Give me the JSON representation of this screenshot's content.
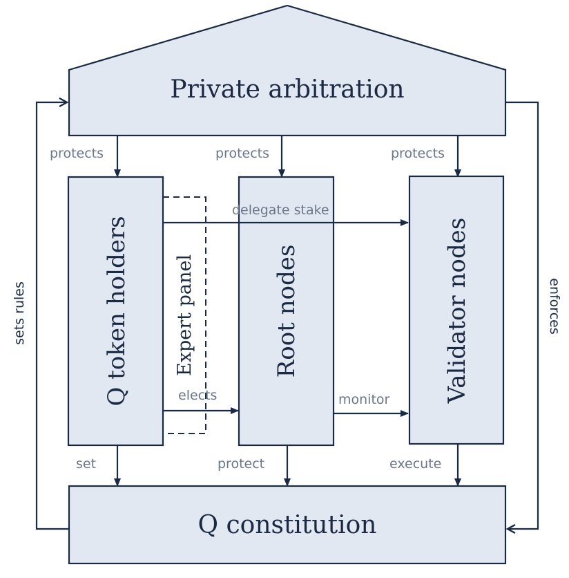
{
  "diagram": {
    "nodes": {
      "private_arbitration": "Private arbitration",
      "q_token_holders": "Q token holders",
      "expert_panel": "Expert panel",
      "root_nodes": "Root nodes",
      "validator_nodes": "Validator nodes",
      "q_constitution": "Q constitution"
    },
    "edges": {
      "protects_1": "protects",
      "protects_2": "protects",
      "protects_3": "protects",
      "delegate_stake": "delegate stake",
      "elects": "elects",
      "monitor": "monitor",
      "set": "set",
      "protect": "protect",
      "execute": "execute",
      "sets_rules": "sets rules",
      "enforces": "enforces"
    }
  },
  "colors": {
    "box_fill": "#e2e8f1",
    "stroke": "#1b2a44",
    "edge_label": "#6b7788"
  }
}
